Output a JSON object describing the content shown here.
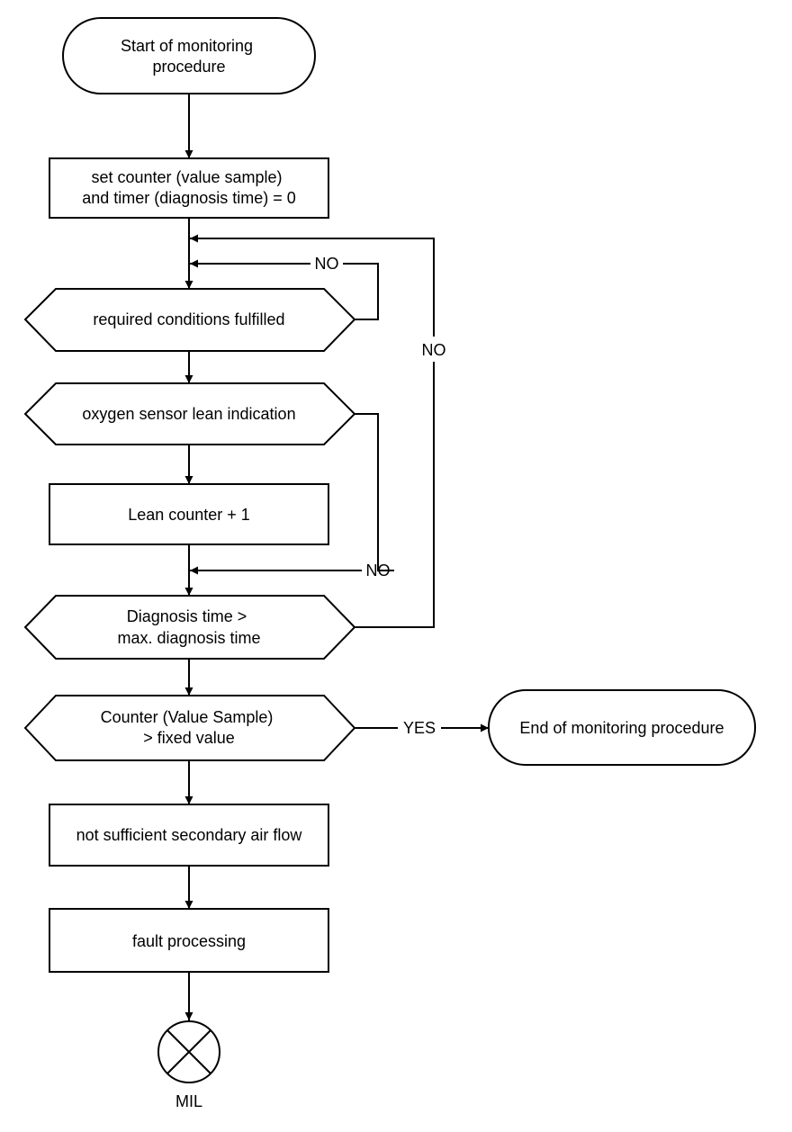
{
  "nodes": {
    "start": [
      "Start of monitoring",
      "procedure"
    ],
    "set_counter": [
      "set counter (value sample)",
      "and timer (diagnosis time) = 0"
    ],
    "required_conditions": [
      "required conditions fulfilled"
    ],
    "oxygen_sensor": [
      "oxygen sensor lean indication"
    ],
    "lean_counter": [
      "Lean counter + 1"
    ],
    "diagnosis_time": [
      "Diagnosis time >",
      "max. diagnosis time"
    ],
    "counter_check": [
      "Counter (Value Sample)",
      "> fixed value"
    ],
    "end": [
      "End of monitoring procedure"
    ],
    "not_sufficient": [
      "not sufficient secondary air flow"
    ],
    "fault_processing": [
      "fault processing"
    ],
    "mil": "MIL"
  },
  "edge_labels": {
    "required_no": "NO",
    "diagnosis_no": "NO",
    "oxygen_no": "NO",
    "counter_yes": "YES"
  }
}
